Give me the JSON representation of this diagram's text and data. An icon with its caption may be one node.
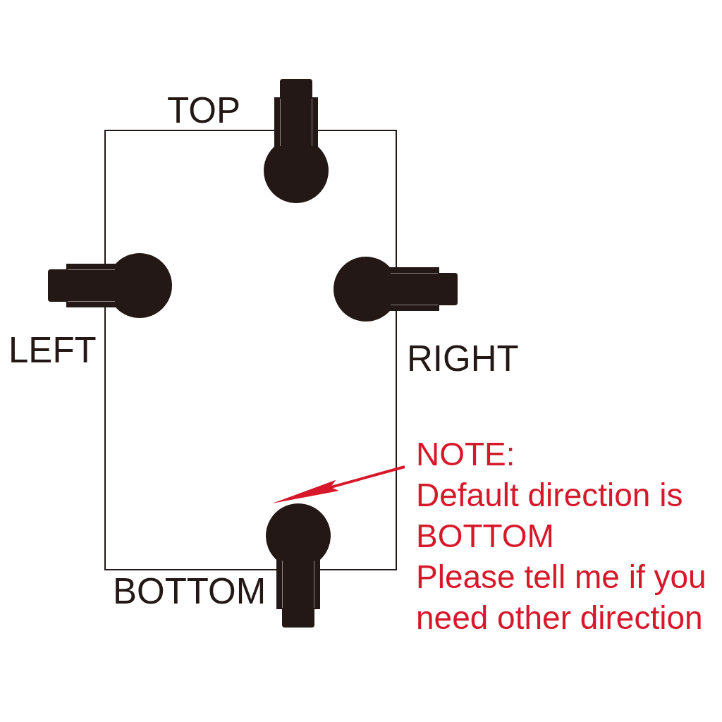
{
  "diagram": {
    "nodes": [
      {
        "text": [],
        "shape": "clip",
        "beside": [
          "TOP"
        ]
      },
      {
        "text": [],
        "shape": "clip",
        "beside": [
          "LEFT"
        ]
      },
      {
        "text": [],
        "shape": "clip",
        "beside": [
          "RIGHT"
        ]
      },
      {
        "text": [
          "NOTE:",
          "Default direction is BOTTOM",
          "Please tell me if you need other direction"
        ]
      },
      {
        "text": [],
        "shape": "clip",
        "beside": [
          "BOTTOM"
        ]
      }
    ],
    "edges": [
      {
        "from": 3,
        "to": 4,
        "arrow": "to",
        "color": "#d7182a"
      }
    ]
  }
}
